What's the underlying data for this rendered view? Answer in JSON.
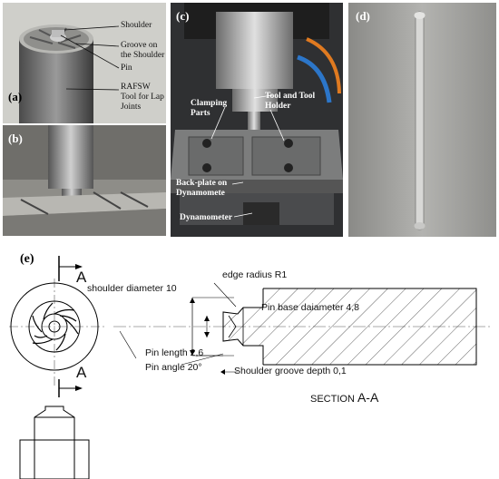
{
  "figure": {
    "panel_a": {
      "label": "(a)",
      "annotations": {
        "shoulder": "Shoulder",
        "groove": "Groove on the Shoulder",
        "pin": "Pin",
        "tool": "RAFSW Tool for Lap Joints"
      }
    },
    "panel_b": {
      "label": "(b)"
    },
    "panel_c": {
      "label": "(c)",
      "annotations": {
        "tool_holder": "Tool and Tool Holder",
        "clamping": "Clamping Parts",
        "backplate": "Back-plate on Dynamomete",
        "dynamometer": "Dynamometer"
      }
    },
    "panel_d": {
      "label": "(d)"
    },
    "panel_e": {
      "label": "(e)",
      "section_marks": {
        "top": "A",
        "bottom": "A"
      },
      "dimensions": {
        "shoulder_diameter": "shoulder diameter  10",
        "edge_radius": "edge radius  R1",
        "pin_base_diameter": "Pin base daiameter  4,8",
        "pin_length": "Pin length  2,6",
        "pin_angle": "Pin angle  20°",
        "shoulder_groove_depth": "Shoulder groove depth  0,1"
      },
      "section_title_prefix": "SECTION",
      "section_title_letters": "A-A"
    }
  }
}
